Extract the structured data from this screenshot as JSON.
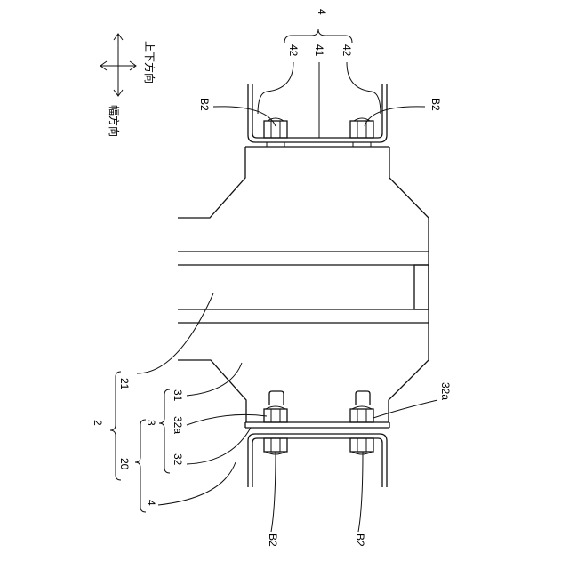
{
  "figure": {
    "direction_vertical": "上下方向",
    "direction_width": "幅方向",
    "labels": {
      "ref_4_top": "4",
      "ref_42_left": "42",
      "ref_41": "41",
      "ref_42_right": "42",
      "ref_b2_top_left": "B2",
      "ref_b2_top_right": "B2",
      "ref_2": "2",
      "ref_21": "21",
      "ref_3": "3",
      "ref_31": "31",
      "ref_32a_left": "32a",
      "ref_32": "32",
      "ref_20": "20",
      "ref_4_bottom": "4",
      "ref_32a_right": "32a",
      "ref_b2_bottom_left": "B2",
      "ref_b2_bottom_right": "B2"
    }
  }
}
